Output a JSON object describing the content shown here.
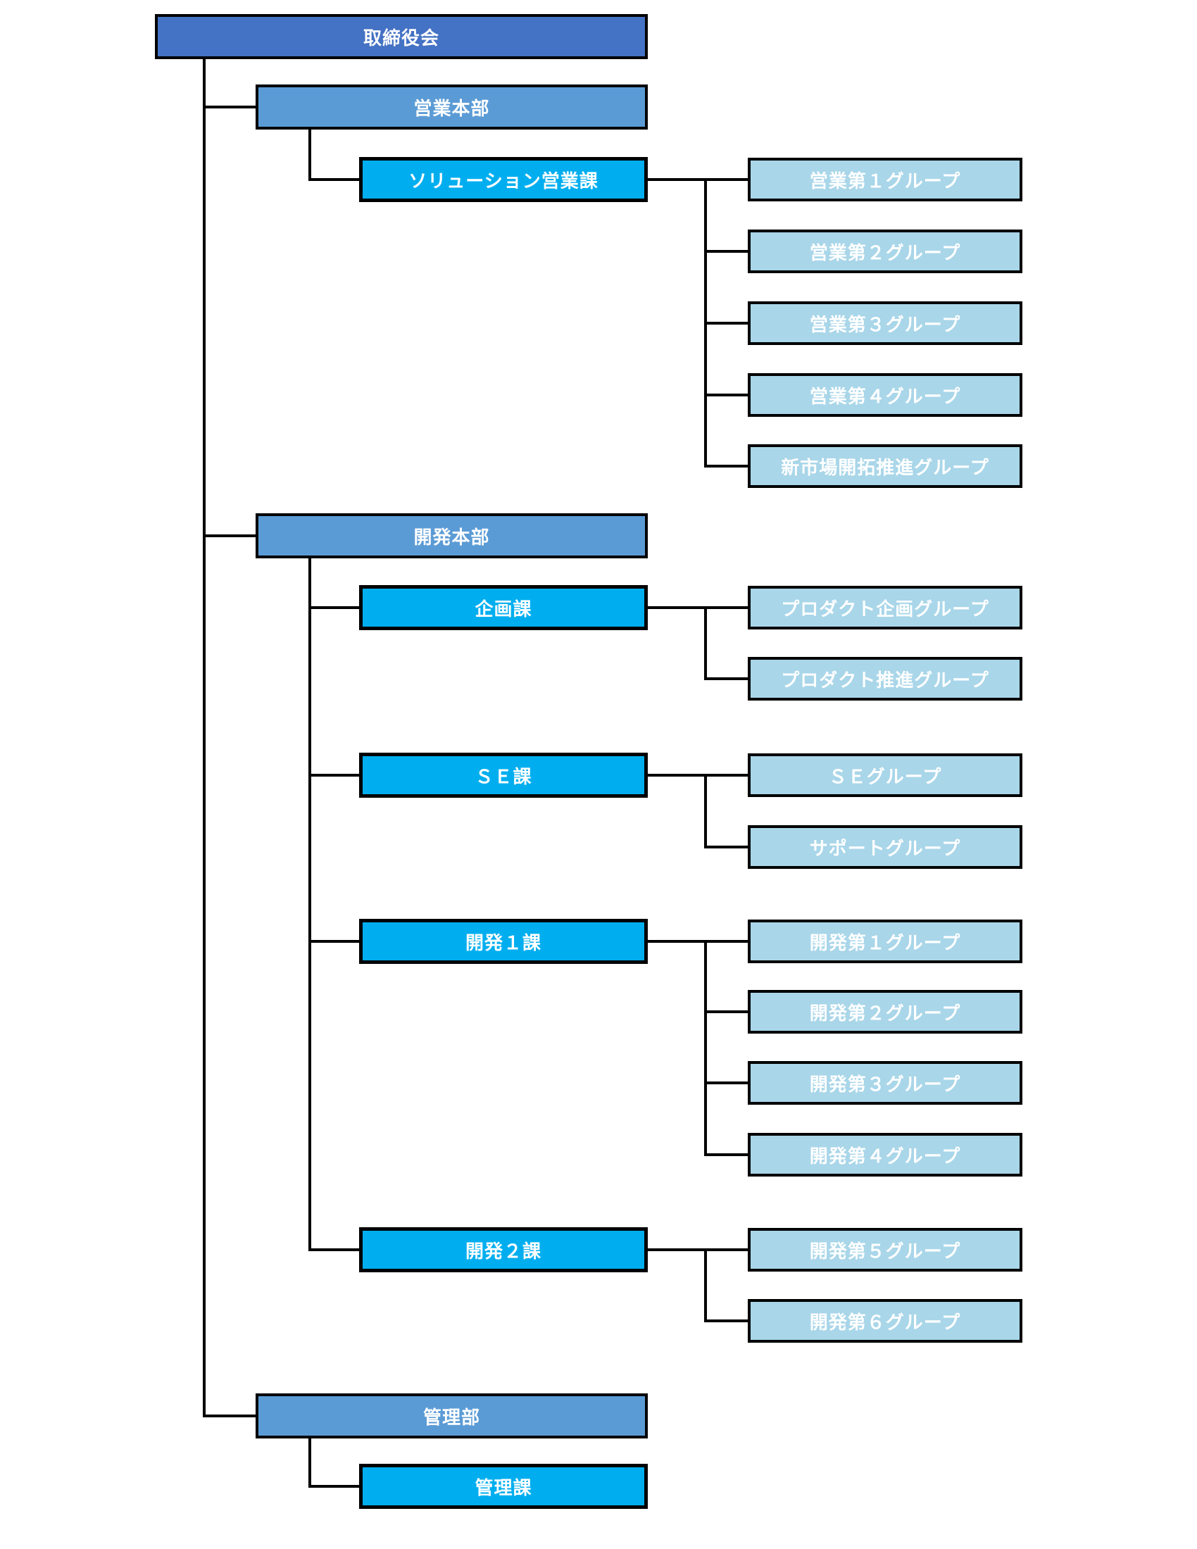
{
  "colors": {
    "level1_fill": "#4472C4",
    "level2_fill": "#5B9BD5",
    "section_fill": "#00AEEF",
    "group_fill": "#A9D6E9",
    "border": "#000000",
    "connector": "#000000",
    "text": "#FFFFFF",
    "background": "#FFFFFF"
  },
  "org": {
    "root": {
      "label": "取締役会"
    },
    "divisions": [
      {
        "label": "営業本部",
        "sections": [
          {
            "label": "ソリューション営業課",
            "groups": [
              "営業第１グループ",
              "営業第２グループ",
              "営業第３グループ",
              "営業第４グループ",
              "新市場開拓推進グループ"
            ]
          }
        ]
      },
      {
        "label": "開発本部",
        "sections": [
          {
            "label": "企画課",
            "groups": [
              "プロダクト企画グループ",
              "プロダクト推進グループ"
            ]
          },
          {
            "label": "ＳＥ課",
            "groups": [
              "ＳＥグループ",
              "サポートグループ"
            ]
          },
          {
            "label": "開発１課",
            "groups": [
              "開発第１グループ",
              "開発第２グループ",
              "開発第３グループ",
              "開発第４グループ"
            ]
          },
          {
            "label": "開発２課",
            "groups": [
              "開発第５グループ",
              "開発第６グループ"
            ]
          }
        ]
      },
      {
        "label": "管理部",
        "sections": [
          {
            "label": "管理課",
            "groups": []
          }
        ]
      }
    ]
  }
}
